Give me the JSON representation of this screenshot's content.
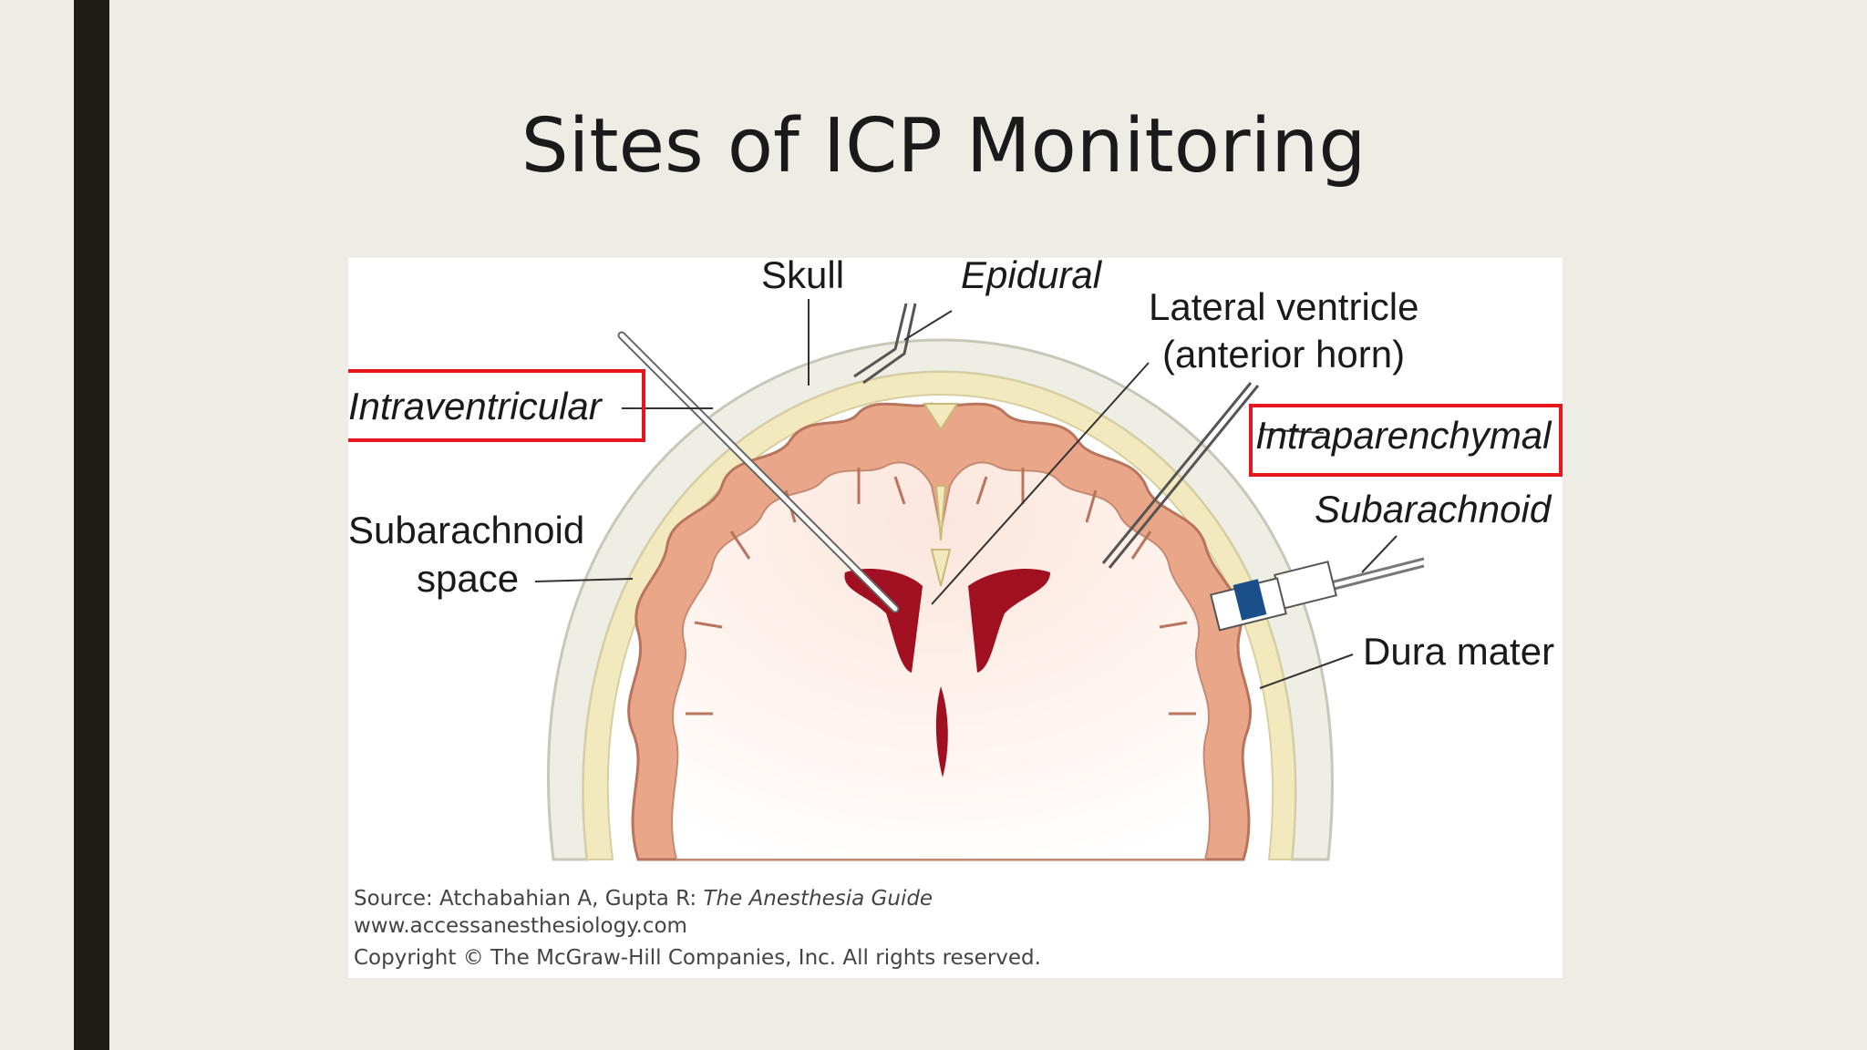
{
  "slide": {
    "title": "Sites of ICP Monitoring"
  },
  "diagram": {
    "labels": {
      "skull": "Skull",
      "epidural": "Epidural",
      "lateral_ventricle_line1": "Lateral ventricle",
      "lateral_ventricle_line2": "(anterior horn)",
      "intraventricular": "Intraventricular",
      "intraparenchymal": "Intraparenchymal",
      "subarachnoid": "Subarachnoid",
      "subarachnoid_space_line1": "Subarachnoid",
      "subarachnoid_space_line2": "space",
      "dura_mater": "Dura mater"
    },
    "source": {
      "prefix": "Source: Atchabahian A, Gupta R: ",
      "book": "The Anesthesia Guide",
      "url": "www.accessanesthesiology.com",
      "copyright": "Copyright © The McGraw-Hill Companies, Inc. All rights reserved."
    },
    "colors": {
      "highlight_box": "#e8161c",
      "brain_cortex": "#e9a688",
      "ventricle": "#a01020",
      "skull": "#efeee6",
      "dura": "#f2e8be",
      "transducer": "#1b4f8a"
    }
  }
}
